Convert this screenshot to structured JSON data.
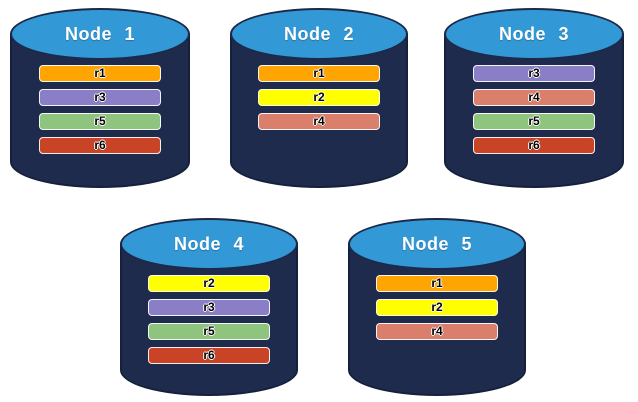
{
  "diagram": {
    "description": "Five database nodes with replica placement",
    "colors": {
      "cylinder_body": "#1F2B4D",
      "cylinder_outline": "#14203C",
      "cylinder_top": "#3399D6",
      "node_title_text": "#FFFFFF",
      "bar_text": "#000000",
      "replicas": {
        "r1": "#FFA502",
        "r2": "#FFFF00",
        "r3": "#8A7EC6",
        "r4": "#D97F6B",
        "r5": "#8EC47E",
        "r6": "#C94427"
      }
    },
    "nodes": [
      {
        "label": "Node 1",
        "replicas": [
          "r1",
          "r3",
          "r5",
          "r6"
        ]
      },
      {
        "label": "Node 2",
        "replicas": [
          "r1",
          "r2",
          "r4"
        ]
      },
      {
        "label": "Node 3",
        "replicas": [
          "r3",
          "r4",
          "r5",
          "r6"
        ]
      },
      {
        "label": "Node 4",
        "replicas": [
          "r2",
          "r3",
          "r5",
          "r6"
        ]
      },
      {
        "label": "Node 5",
        "replicas": [
          "r1",
          "r2",
          "r4"
        ]
      }
    ]
  }
}
